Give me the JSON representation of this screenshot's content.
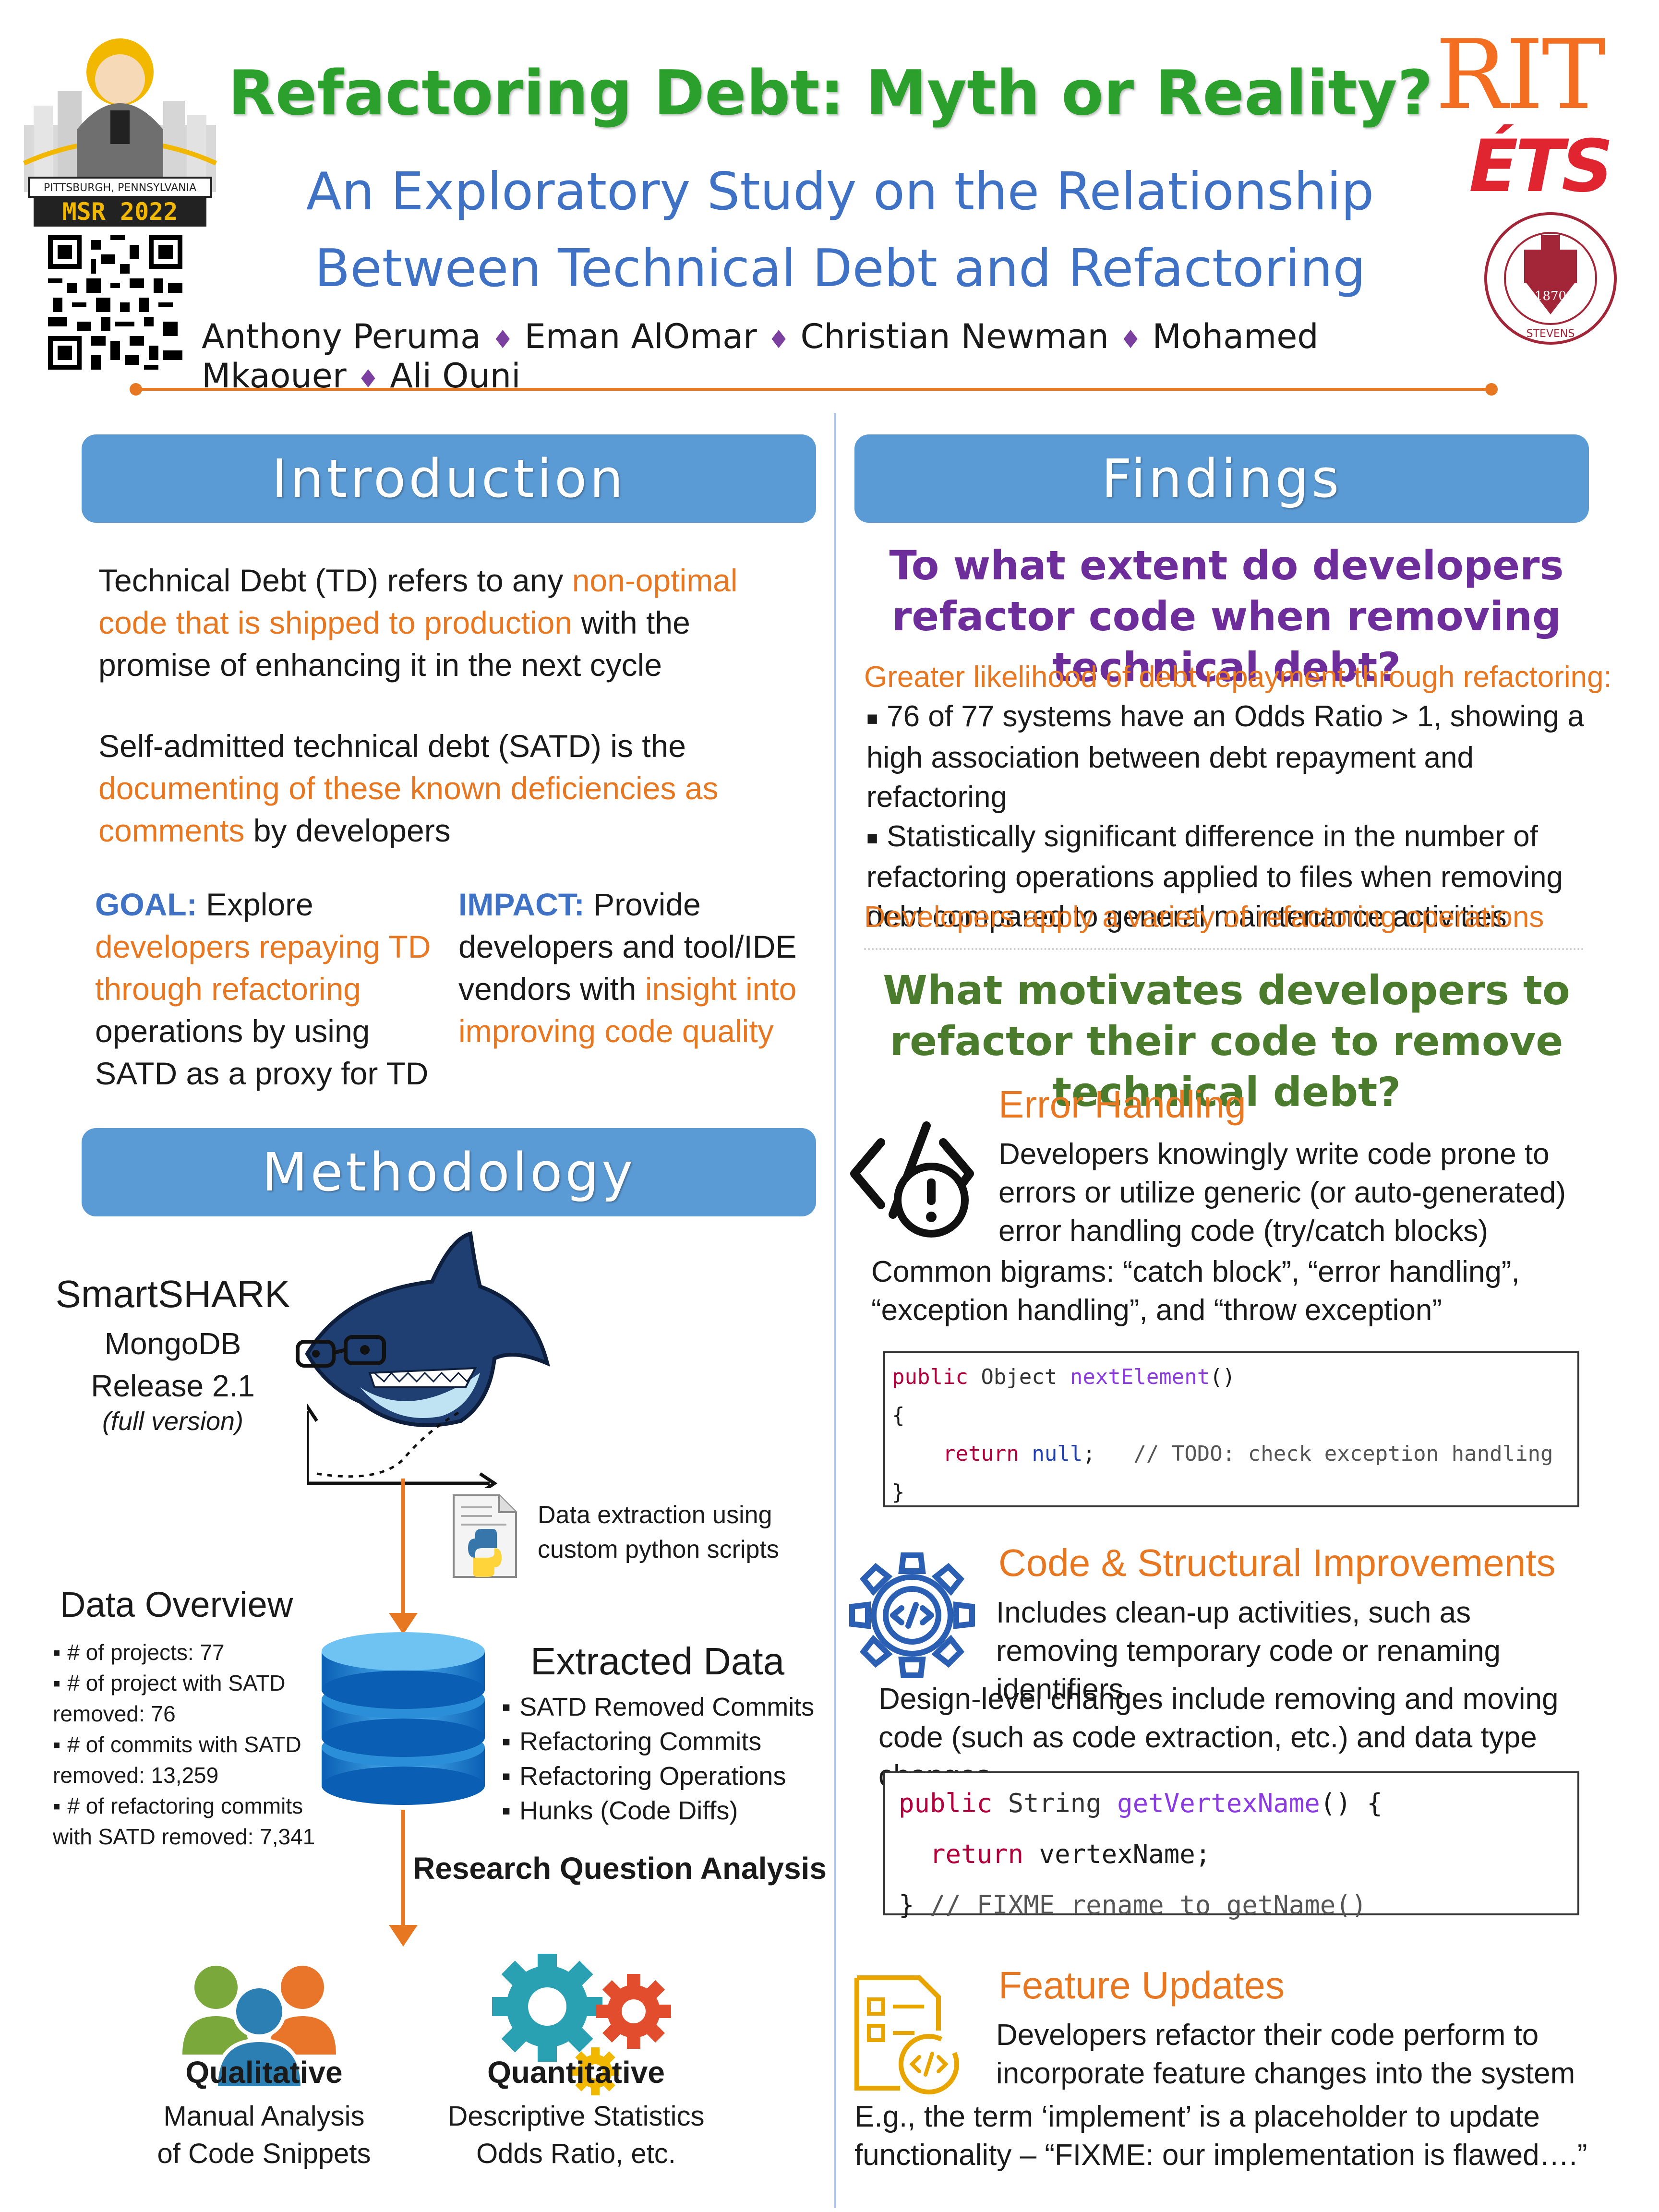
{
  "header": {
    "title": "Refactoring Debt: Myth or Reality?",
    "subtitle_line1": "An Exploratory Study on the Relationship",
    "subtitle_line2": "Between Technical Debt and Refactoring",
    "authors": [
      "Anthony Peruma",
      "Eman AlOmar",
      "Christian Newman",
      "Mohamed Mkaouer",
      "Ali Ouni"
    ],
    "author_separator": "♦"
  },
  "logos": {
    "msr_banner": "MSR 2022",
    "msr_city": "PITTSBURGH, PENNSYLVANIA",
    "rit": "RIT",
    "ets": "ÉTS",
    "stevens_year": "1870",
    "stevens_name": "STEVENS"
  },
  "introduction": {
    "heading": "Introduction",
    "p1_a": "Technical Debt (TD) refers to any ",
    "p1_b": "non-optimal code that is shipped to production",
    "p1_c": " with the promise of enhancing it in the next cycle",
    "p2_a": "Self-admitted technical debt (SATD) is the ",
    "p2_b": "documenting of these known deficiencies as comments",
    "p2_c": " by developers",
    "goal_label": "GOAL:",
    "goal_a": " Explore ",
    "goal_b": "developers repaying TD through refactoring",
    "goal_c": " operations by using SATD  as a proxy for TD",
    "impact_label": "IMPACT:",
    "impact_a": " Provide developers and tool/IDE vendors with ",
    "impact_b": "insight into  improving code quality"
  },
  "methodology": {
    "heading": "Methodology",
    "smartshark_name": "SmartSHARK",
    "smartshark_db": "MongoDB",
    "smartshark_release": "Release 2.1",
    "smartshark_note": "(full version)",
    "extraction_line1": "Data extraction using",
    "extraction_line2": "custom python scripts",
    "overview_title": "Data Overview",
    "overview_items": [
      "# of projects: 77",
      "# of project with SATD removed: 76",
      "# of commits with SATD removed: 13,259",
      "# of refactoring commits with SATD removed: 7,341"
    ],
    "extracted_title": "Extracted Data",
    "extracted_items": [
      "SATD Removed Commits",
      "Refactoring Commits",
      "Refactoring Operations",
      "Hunks (Code Diffs)"
    ],
    "rq_analysis": "Research Question Analysis",
    "qual_title": "Qualitative",
    "qual_desc_line1": "Manual Analysis",
    "qual_desc_line2": "of Code Snippets",
    "quant_title": "Quantitative",
    "quant_desc_line1": "Descriptive Statistics",
    "quant_desc_line2": "Odds Ratio, etc."
  },
  "findings": {
    "heading": "Findings",
    "rq1": "To what extent do developers refactor code when removing technical debt?",
    "rq1_lead": "Greater likelihood of debt repayment through refactoring:",
    "rq1_bullets": [
      "76 of 77 systems have an Odds Ratio > 1, showing a high association between debt repayment and refactoring",
      "Statistically significant difference in the number of refactoring operations applied to files when removing debt compared to general maintenance activities"
    ],
    "rq1_tail": "Developers apply a variety of refactoring operations",
    "rq2": "What motivates developers to refactor their code to remove technical debt?",
    "error_title": "Error Handling",
    "error_desc": "Developers knowingly write code prone to errors or utilize generic (or auto-generated) error handling code (try/catch blocks)",
    "error_bigrams": "Common bigrams: “catch block”, “error handling”, “exception handling”, and “throw exception”",
    "code1": {
      "l1_kw": "public",
      "l1_type": " Object ",
      "l1_fn": "nextElement",
      "l1_end": "()",
      "l2": "{",
      "l3_indent": "    ",
      "l3_kw": "return",
      "l3_sp": " ",
      "l3_null": "null",
      "l3_semi": ";   ",
      "l3_comment": "// TODO: check exception handling",
      "l4": "}"
    },
    "struct_title": "Code & Structural Improvements",
    "struct_desc": "Includes clean-up activities, such as removing temporary code or renaming identifiers",
    "struct_design": "Design-level changes include removing and moving code (such as code extraction, etc.) and data type changes",
    "code2": {
      "l1_kw": "public",
      "l1_type": " String ",
      "l1_fn": "getVertexName",
      "l1_end": "() {",
      "l2_indent": "  ",
      "l2_kw": "return",
      "l2_rest": " vertexName;",
      "l3_brace": "} ",
      "l3_comment": "// FIXME rename to getName()"
    },
    "feature_title": "Feature Updates",
    "feature_desc": "Developers refactor their code perform to incorporate feature changes into the system",
    "feature_example": "E.g., the term ‘implement’ is a placeholder to update functionality – “FIXME: our implementation is flawed….”"
  },
  "colors": {
    "title_green": "#2ca02c",
    "subtitle_blue": "#3f72c4",
    "accent_orange": "#e87722",
    "section_blue": "#5b9bd5",
    "rq1_purple": "#6d2e9b",
    "rq2_green": "#4b7b2c",
    "rit_orange": "#f36e21",
    "ets_red": "#e02531",
    "stevens_red": "#a32638"
  },
  "icons": {
    "error_icon": "code-error-icon",
    "struct_icon": "code-gear-icon",
    "feature_icon": "document-refresh-icon",
    "qual_icon": "people-group-icon",
    "quant_icon": "gears-icon",
    "database_icon": "database-icon",
    "python_file_icon": "python-file-icon",
    "shark": "shark-mascot"
  }
}
